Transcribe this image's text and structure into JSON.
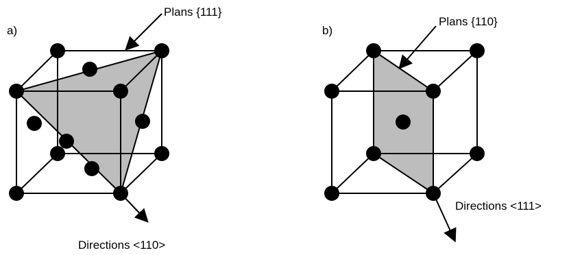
{
  "panels": [
    {
      "id": "a",
      "panel_label": "a)",
      "plane_label": "Plans {111}",
      "direction_label": "Directions <110>"
    },
    {
      "id": "b",
      "panel_label": "b)",
      "plane_label": "Plans {110}",
      "direction_label": "Directions <111>"
    }
  ],
  "colors": {
    "plane_fill": "#bdbdbd",
    "atom": "#000000",
    "line": "#000000"
  }
}
